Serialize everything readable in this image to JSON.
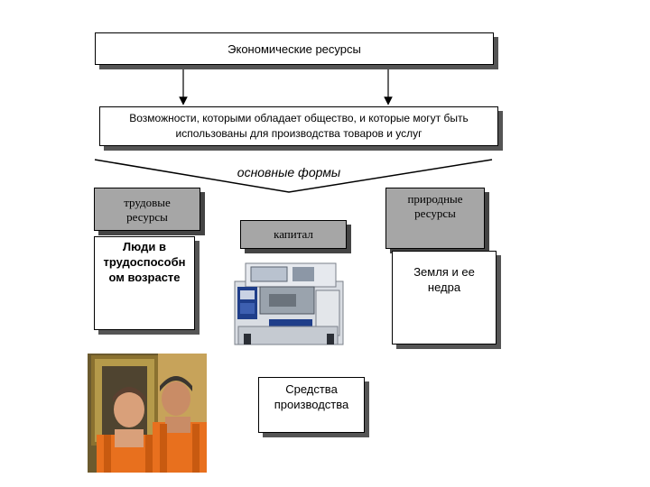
{
  "title": "Экономические ресурсы",
  "description": "Возможности, которыми обладает общество, и которые могут быть использованы  для производства товаров и услуг",
  "forms_label": "основные формы",
  "labor": {
    "title": "трудовые ресурсы",
    "detail": "Люди в трудоспособн ом возрасте"
  },
  "capital": {
    "title": "капитал",
    "detail": "Средства производства"
  },
  "natural": {
    "title": "природные ресурсы",
    "detail": "Земля  и ее недра"
  },
  "colors": {
    "box_fill": "#ffffff",
    "gray_fill": "#a6a6a6",
    "shadow": "#555555",
    "machine_body": "#d9dde3",
    "machine_accent": "#1f3e8a",
    "overall_orange": "#e8701e"
  },
  "images": {
    "machine": "cnc-lathe-machine",
    "photo": "two-workers-in-orange-overalls"
  }
}
